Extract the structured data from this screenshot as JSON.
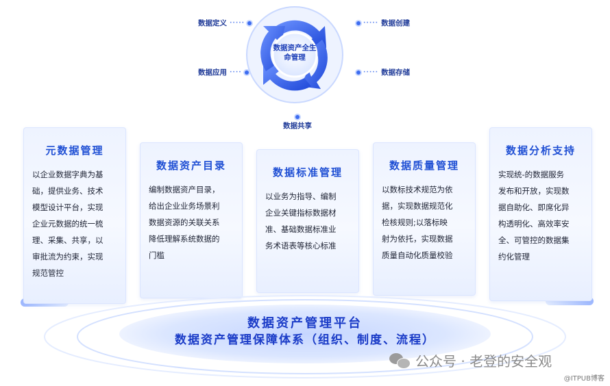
{
  "cycle": {
    "center": [
      "数据资产全生",
      "命管理"
    ],
    "define": "数据定义",
    "create": "数据创建",
    "apply": "数据应用",
    "store": "数据存储",
    "share": "数据共享"
  },
  "panels": [
    {
      "title": "元数据管理",
      "lines": [
        "以企业数据字典为基",
        "础，提供业务、技术",
        "模型设计平台，实现",
        "企业元数据的统一梳",
        "理、采集、共享，以",
        "审批流为约束，实现",
        "规范管控"
      ]
    },
    {
      "title": "数据资产目录",
      "lines": [
        "编制数据资产目录，",
        "给出企业业务场景利",
        "数据资源的关联关系",
        "降低理解系统数据的",
        "门槛"
      ]
    },
    {
      "title": "数据标准管理",
      "lines": [
        "以业务为指导、编制",
        "企业关键指标数据材",
        "准、基础数据标准业",
        "务术语表等核心标准"
      ]
    },
    {
      "title": "数据质量管理",
      "lines": [
        "以数标技术规范为依",
        "据，实现数据规范化",
        "检核规则;以落标映",
        "射为依托，实现数据",
        "质量自动化质量校验"
      ]
    },
    {
      "title": "数据分析支持",
      "lines": [
        "实现统-的数据服务",
        "发布和开放，实现数",
        "据自助化、即席化异",
        "构透明化、高效率安",
        "全、可管控的数据集",
        "约化管理"
      ]
    }
  ],
  "platform": {
    "line1": "数据资产管理平台",
    "line2": "数据资产管理保障体系（组织、制度、流程）"
  },
  "watermark": "公众号 · 老登的安全观",
  "source": "@ITPUB博客",
  "colors": {
    "accent": "#2a5bea",
    "title": "#1f4fd4",
    "platform_text": "#1a3bc7",
    "panel_bg": "#eef3ff"
  }
}
